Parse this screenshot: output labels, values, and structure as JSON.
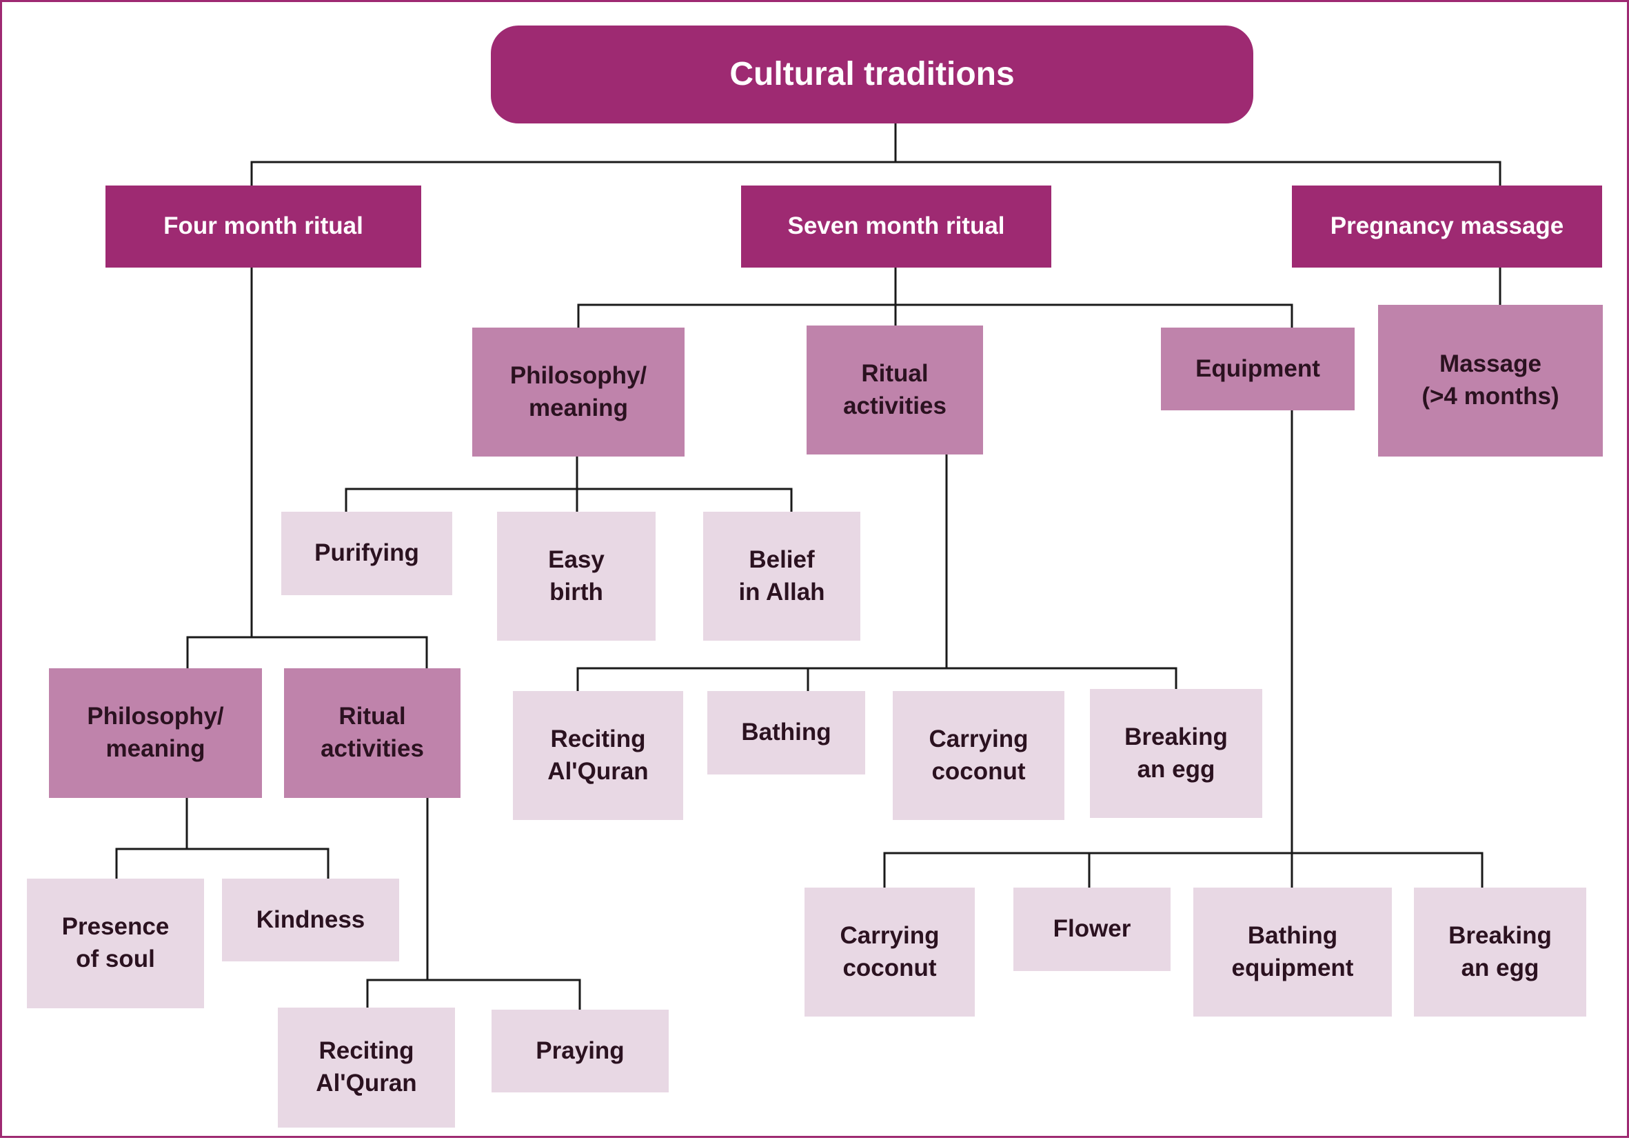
{
  "colors": {
    "root": "#9e2a72",
    "primary": "#9e2a72",
    "secondary": "#bf83ab",
    "tertiary": "#e8d8e4",
    "line": "#1a1a1a",
    "frame": "#9e2a72"
  },
  "nodes": {
    "root": "Cultural traditions",
    "four_month_ritual": "Four month ritual",
    "seven_month_ritual": "Seven month ritual",
    "pregnancy_massage": "Pregnancy massage",
    "seven_philosophy": "Philosophy/\nmeaning",
    "seven_ritual_activities": "Ritual\nactivities",
    "seven_equipment": "Equipment",
    "massage": "Massage\n(>4 months)",
    "seven_phil_purifying": "Purifying",
    "seven_phil_easy_birth": "Easy\nbirth",
    "seven_phil_belief": "Belief\nin Allah",
    "seven_act_reciting": "Reciting\nAl'Quran",
    "seven_act_bathing": "Bathing",
    "seven_act_carrying": "Carrying\ncoconut",
    "seven_act_breaking": "Breaking\nan egg",
    "equip_carrying": "Carrying\ncoconut",
    "equip_flower": "Flower",
    "equip_bathing": "Bathing\nequipment",
    "equip_breaking": "Breaking\nan egg",
    "four_philosophy": "Philosophy/\nmeaning",
    "four_ritual_activities": "Ritual\nactivities",
    "four_phil_presence": "Presence\nof soul",
    "four_phil_kindness": "Kindness",
    "four_act_reciting": "Reciting\nAl'Quran",
    "four_act_praying": "Praying"
  }
}
